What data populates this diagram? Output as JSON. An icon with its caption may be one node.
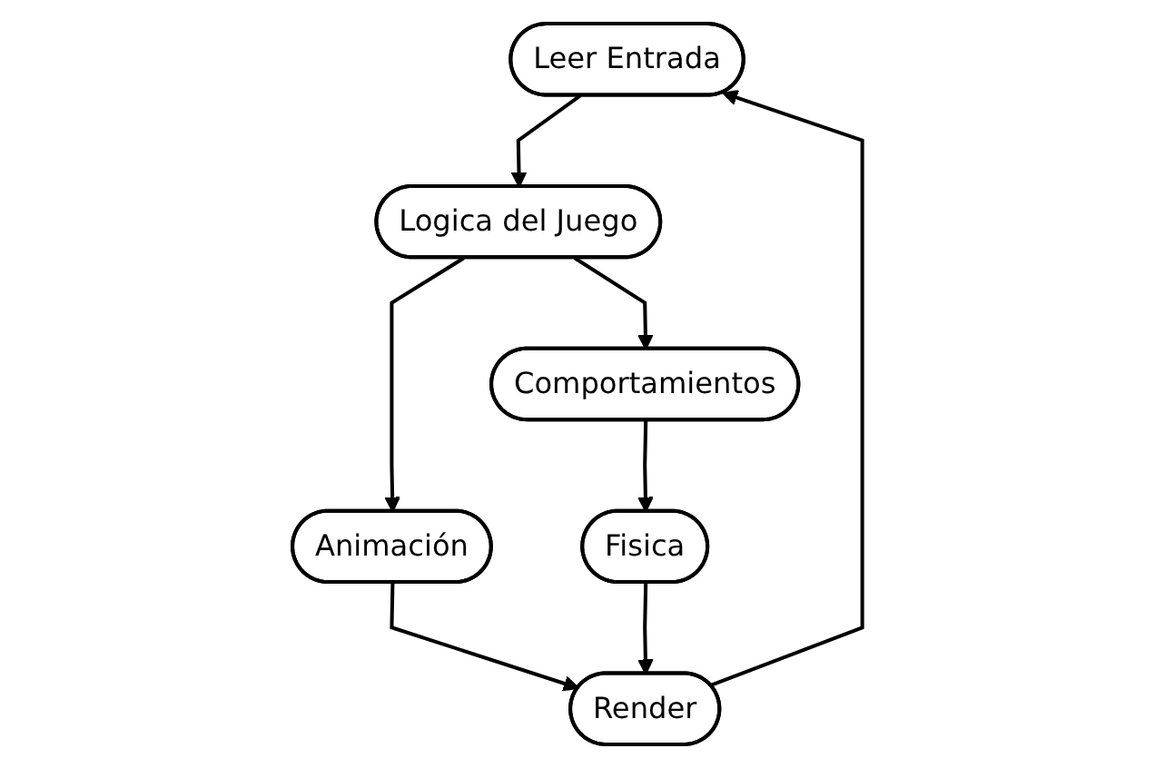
{
  "diagram": {
    "nodes": [
      {
        "text": [
          "Leer Entrada"
        ]
      },
      {
        "text": [
          "Logica del Juego"
        ]
      },
      {
        "text": [
          "Comportamientos"
        ]
      },
      {
        "text": [
          "Animación"
        ]
      },
      {
        "text": [
          "Fisica"
        ]
      },
      {
        "text": [
          "Render"
        ]
      }
    ],
    "edges": [
      {
        "from": 0,
        "to": 1,
        "arrow": "to"
      },
      {
        "from": 1,
        "to": 2,
        "arrow": "to"
      },
      {
        "from": 1,
        "to": 3,
        "arrow": "to"
      },
      {
        "from": 2,
        "to": 4,
        "arrow": "to"
      },
      {
        "from": 3,
        "to": 5,
        "arrow": "to"
      },
      {
        "from": 4,
        "to": 5,
        "arrow": "to"
      },
      {
        "from": 5,
        "to": 0,
        "arrow": "to"
      }
    ]
  }
}
